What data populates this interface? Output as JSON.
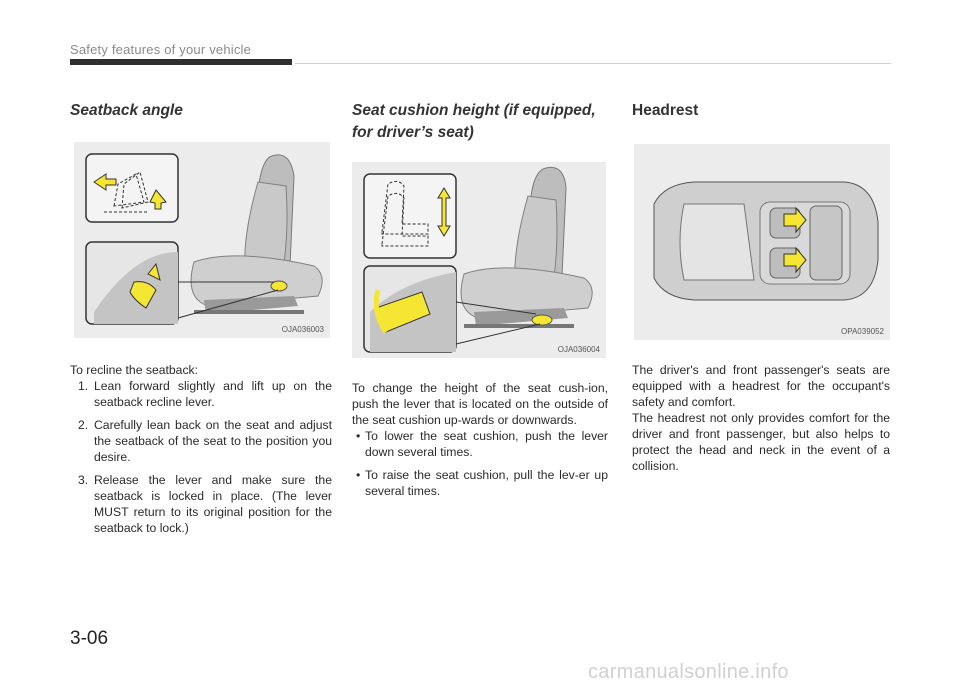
{
  "header": {
    "section_title": "Safety features of your vehicle"
  },
  "columns": {
    "seatback": {
      "heading": "Seatback angle",
      "figure_code": "OJA036003",
      "intro": "To recline the seatback:",
      "steps": [
        {
          "num": "1.",
          "text": "Lean forward slightly and lift up on the seatback recline lever."
        },
        {
          "num": "2.",
          "text": "Carefully lean back on the seat and adjust the seatback of the seat to the position you desire."
        },
        {
          "num": "3.",
          "text": "Release the lever and make sure the seatback is locked in place. (The lever MUST return to its original position for the seatback to lock.)"
        }
      ]
    },
    "cushion": {
      "heading_line1": "Seat cushion height (if equipped,",
      "heading_line2": "for driver’s seat)",
      "figure_code": "OJA036004",
      "intro": "To change the height of the seat cush-ion, push the lever that is located on the outside of the seat cushion up-wards or downwards.",
      "bullets": [
        {
          "mark": "•",
          "text": "To lower the seat cushion, push the lever down several times."
        },
        {
          "mark": "•",
          "text": "To raise the seat cushion, pull the lev-er up several times."
        }
      ]
    },
    "headrest": {
      "heading": "Headrest",
      "figure_code": "OPA039052",
      "para1": "The driver's and front passenger's seats are equipped with a headrest for the occupant's safety and comfort.",
      "para2": "The headrest not only provides comfort for the driver and front passenger, but also helps to protect the head and neck in the event of a collision."
    }
  },
  "footer": {
    "page_number": "3-06"
  },
  "watermark": "carmanualsonline.info",
  "colors": {
    "accent_yellow": "#f5e633",
    "seat_gray": "#a9a9a9",
    "panel_bg": "#ececec"
  }
}
